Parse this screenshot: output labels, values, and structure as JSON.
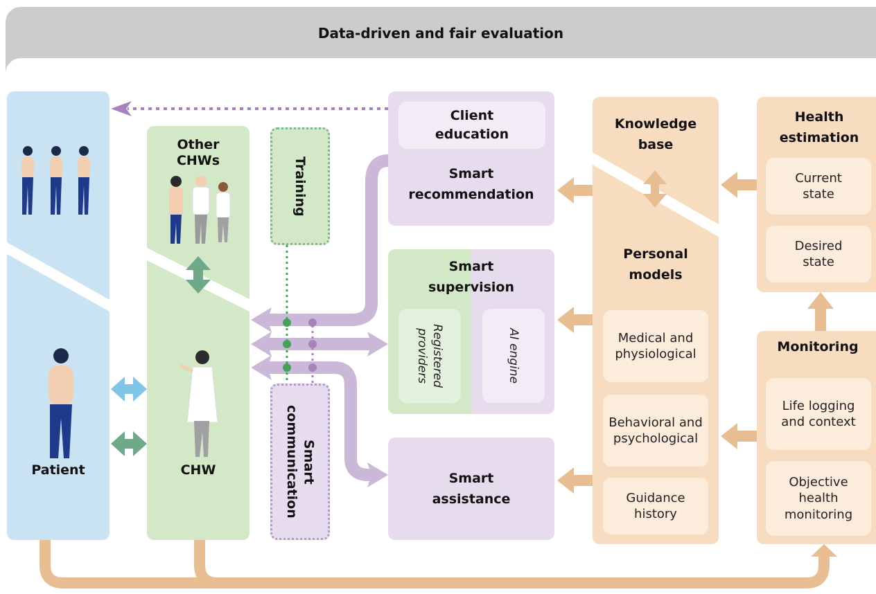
{
  "header": {
    "title": "Data-driven and fair evaluation"
  },
  "patient": {
    "label": "Patient"
  },
  "chw": {
    "top_label": "Other CHWs",
    "bottom_label": "CHW"
  },
  "training": {
    "label": "Training"
  },
  "communication": {
    "label": "Smart communication"
  },
  "recommendation": {
    "client_education": "Client education",
    "label": "Smart recommendation"
  },
  "supervision": {
    "label": "Smart supervision",
    "registered_providers": "Registered providers",
    "ai_engine": "AI engine"
  },
  "assistance": {
    "label": "Smart assistance"
  },
  "knowledge": {
    "top_label": "Knowledge base",
    "models_label": "Personal models",
    "medical": "Medical and physiological",
    "behavioral": "Behavioral and psychological",
    "guidance": "Guidance history"
  },
  "health": {
    "label": "Health estimation",
    "current": "Current state",
    "desired": "Desired state"
  },
  "monitoring": {
    "label": "Monitoring",
    "life_logging": "Life logging and context",
    "objective": "Objective health monitoring"
  },
  "colors": {
    "patient_blue": "#c9e3f3",
    "chw_green": "#d3e8c6",
    "purple": "#e7dcee",
    "orange": "#f8dcc0",
    "arrow_purple": "#cbb7d8",
    "arrow_orange": "#e8bd92",
    "arrow_blue": "#7fc6e8",
    "arrow_teal": "#6ea98a",
    "dot_green": "#43a25a",
    "dot_purple": "#a783bc"
  }
}
